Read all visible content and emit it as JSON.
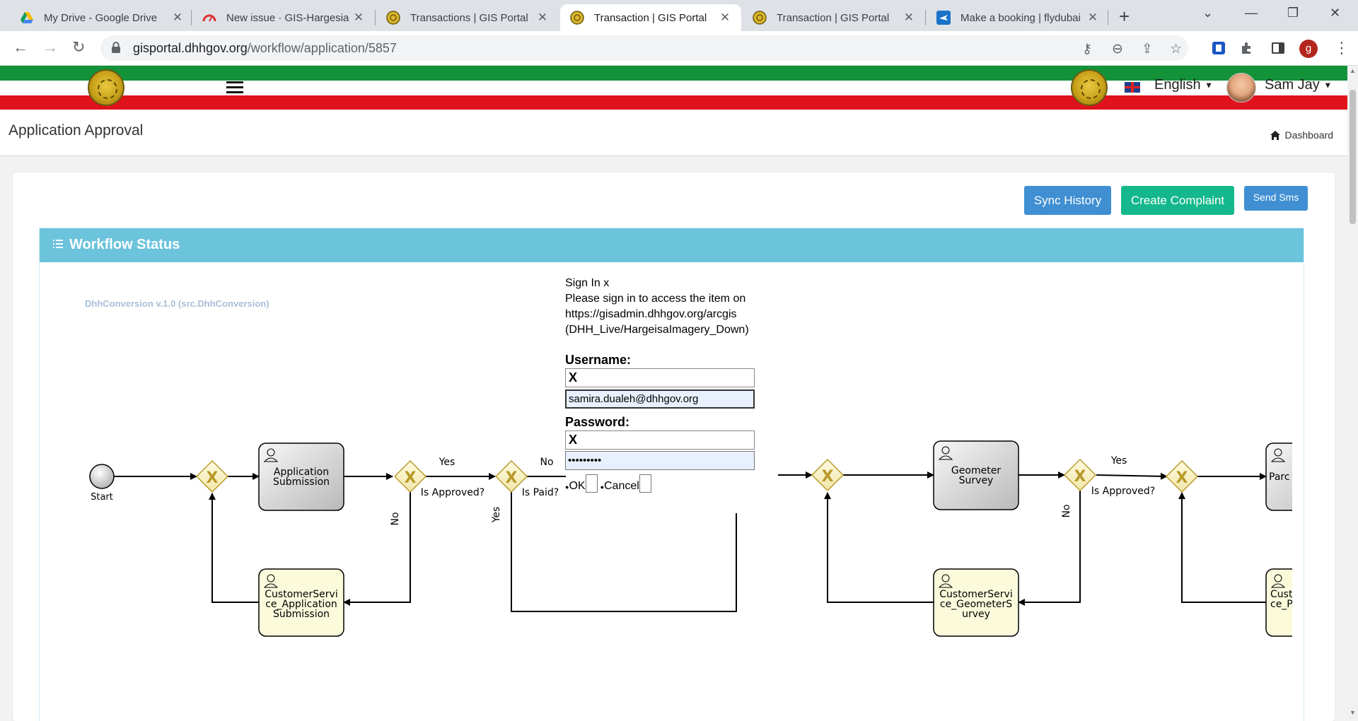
{
  "browser": {
    "tabs": [
      {
        "title": "My Drive - Google Drive",
        "icon": "google-drive-icon"
      },
      {
        "title": "New issue · GIS-Hargesia ·",
        "icon": "gauge-icon"
      },
      {
        "title": "Transactions | GIS Portal",
        "icon": "emblem-icon"
      },
      {
        "title": "Transaction | GIS Portal",
        "icon": "emblem-icon",
        "active": true
      },
      {
        "title": "Transaction | GIS Portal",
        "icon": "emblem-icon"
      },
      {
        "title": "Make a booking | flydubai",
        "icon": "plane-icon"
      }
    ],
    "new_tab": "+",
    "url_host": "gisportal.dhhgov.org",
    "url_path": "/workflow/application/5857",
    "profile_initial": "g"
  },
  "header": {
    "language": "English",
    "user_name": "Sam Jay",
    "colors": {
      "green": "#13923a",
      "red": "#e0121c"
    }
  },
  "page": {
    "title": "Application Approval",
    "breadcrumb": "Dashboard"
  },
  "actions": {
    "sync_history": "Sync History",
    "create_complaint": "Create Complaint",
    "send_sms": "Send Sms"
  },
  "workflow": {
    "title": "Workflow Status",
    "process_label": "DhhConversion v.1.0 (src.DhhConversion)",
    "start_label": "Start",
    "tasks": {
      "application_submission": "Application Submission",
      "cs_application_submission": "CustomerService_Application Submission",
      "geometer_survey": "Geometer Survey",
      "cs_geometer_survey": "CustomerService_GeometerSurvey",
      "parcel": "Parc",
      "cs_partial": "CustomerService_P"
    },
    "gateways": {
      "is_approved": "Is Approved?",
      "is_paid": "Is Paid?",
      "gateway_symbol": "X"
    },
    "flow_labels": {
      "yes": "Yes",
      "no": "No"
    }
  },
  "signin": {
    "title": "Sign In x",
    "message_1": "Please sign in to access the item on",
    "message_2": "https://gisadmin.dhhgov.org/arcgis",
    "message_3": "(DHH_Live/HargeisaImagery_Down)",
    "username_label": "Username:",
    "username_clear": "X",
    "username_value": "samira.dualeh@dhhgov.org",
    "password_label": "Password:",
    "password_clear": "X",
    "password_value": "•••••••••",
    "ok_label": "OK",
    "cancel_label": "Cancel",
    "bullet": "●"
  }
}
